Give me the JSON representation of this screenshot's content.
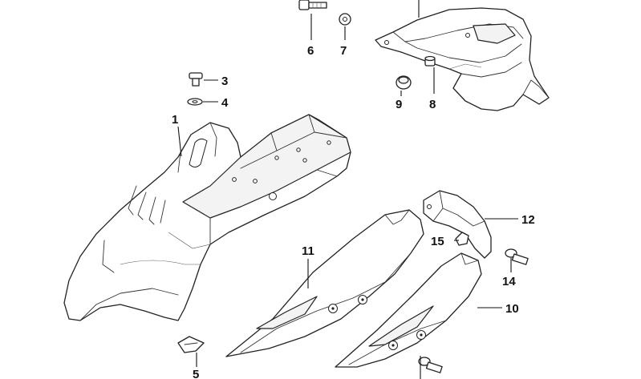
{
  "callouts": [
    {
      "id": "1",
      "label": "1"
    },
    {
      "id": "3",
      "label": "3"
    },
    {
      "id": "4",
      "label": "4"
    },
    {
      "id": "5",
      "label": "5"
    },
    {
      "id": "6",
      "label": "6"
    },
    {
      "id": "7",
      "label": "7"
    },
    {
      "id": "8",
      "label": "8"
    },
    {
      "id": "9",
      "label": "9"
    },
    {
      "id": "10",
      "label": "10"
    },
    {
      "id": "11",
      "label": "11"
    },
    {
      "id": "12",
      "label": "12"
    },
    {
      "id": "14",
      "label": "14"
    },
    {
      "id": "15",
      "label": "15"
    }
  ]
}
